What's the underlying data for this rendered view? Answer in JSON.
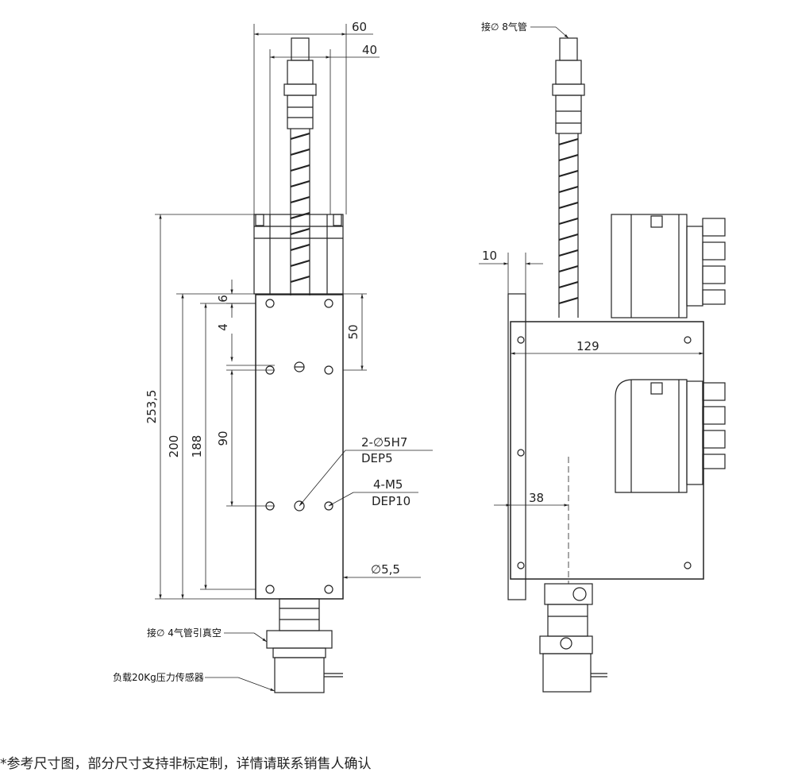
{
  "left_view": {
    "dims": {
      "w60": "60",
      "w40": "40",
      "h2535": "253,5",
      "h200": "200",
      "h188": "188",
      "h90": "90",
      "h6": "6",
      "h4": "4",
      "h50": "50"
    },
    "callouts": {
      "dowel": "2-∅5H7",
      "dowel_depth": "DEP5",
      "thread": "4-M5",
      "thread_depth": "DEP10",
      "hole": "∅5,5",
      "vacuum": "接∅ 4气管引真空",
      "sensor": "负载20Kg压力传感器"
    }
  },
  "right_view": {
    "dims": {
      "w10": "10",
      "w129": "129",
      "w38": "38"
    },
    "callouts": {
      "air_pipe": "接∅ 8气管"
    }
  },
  "footer_note": "*参考尺寸图，部分尺寸支持非标定制，详情请联系销售人确认"
}
